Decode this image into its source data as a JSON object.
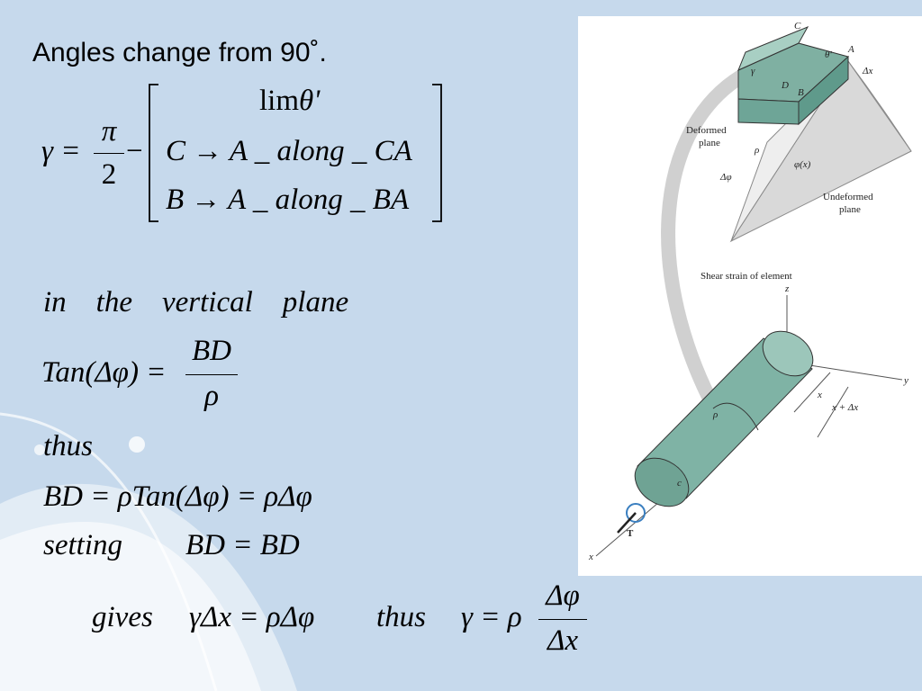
{
  "slide": {
    "title": "Angles change from 90˚."
  },
  "eq1": {
    "lhs": "γ =",
    "pi": "π",
    "two": "2",
    "minus": "−",
    "lim": "lim",
    "theta": "θ'",
    "row1": "C → A _ along _ CA",
    "row2": "B → A _ along _ BA"
  },
  "eq2": {
    "text": "in    the    vertical    plane"
  },
  "eq3": {
    "lhs": "Tan(Δφ) =",
    "num": "BD",
    "den": "ρ"
  },
  "eq4": {
    "text": "thus"
  },
  "eq5": {
    "text": "BD = ρTan(Δφ) = ρΔφ"
  },
  "eq6": {
    "setting": "setting",
    "rhs": "BD = BD"
  },
  "eq7": {
    "gives": "gives",
    "expr": "γΔx = ρΔφ",
    "thus": "thus",
    "lhs": "γ = ρ",
    "num": "Δφ",
    "den": "Δx"
  },
  "figure": {
    "labels": {
      "C": "C",
      "A": "A",
      "gamma": "γ",
      "theta": "θ'",
      "D": "D",
      "B": "B",
      "dx": "Δx",
      "deformed": "Deformed",
      "plane1": "plane",
      "rho": "ρ",
      "phix": "φ(x)",
      "dphi": "Δφ",
      "undeformed": "Undeformed",
      "plane2": "plane",
      "shear": "Shear strain of element",
      "z": "z",
      "y": "y",
      "x_dim": "x",
      "x_dx": "x + Δx",
      "rho2": "ρ",
      "c": "c",
      "T": "T",
      "x_axis": "x"
    }
  }
}
